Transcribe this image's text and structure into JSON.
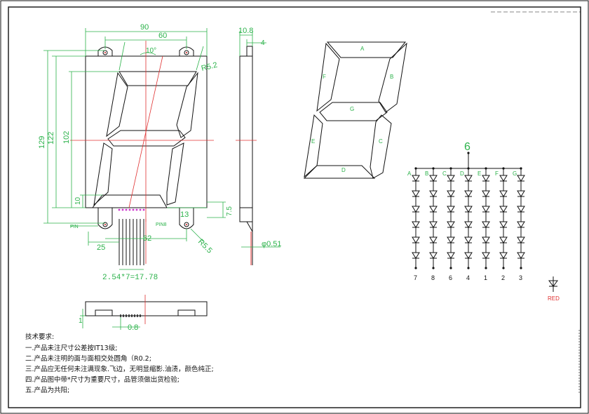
{
  "dims": {
    "width_overall": "90",
    "width_inner": "60",
    "slant_angle": "10°",
    "radius_top": "R5.2",
    "height_overall": "129",
    "height_122": "122",
    "height_102": "102",
    "bottom_10": "10",
    "right_13": "13",
    "right_75": "7.5",
    "pin_left_25": "25",
    "pin_span_62": "62",
    "radius_bottom": "R5.5",
    "pin_pitch": "2.54*7=17.78",
    "side_thickness": "10.8",
    "side_4": "4",
    "pin_dia": "φ0.51",
    "pin_label": "PIN",
    "pin8_label": "PIN8",
    "bottom_1": "1",
    "bottom_08": "0.8"
  },
  "segments": {
    "a": "A",
    "b": "B",
    "c": "C",
    "d": "D",
    "e": "E",
    "f": "F",
    "g": "G"
  },
  "circuit": {
    "common_pin": "6",
    "columns": [
      {
        "seg": "A",
        "pin": "7"
      },
      {
        "seg": "B",
        "pin": "8"
      },
      {
        "seg": "C",
        "pin": "6"
      },
      {
        "seg": "D",
        "pin": "4"
      },
      {
        "seg": "E",
        "pin": "1"
      },
      {
        "seg": "F",
        "pin": "2"
      },
      {
        "seg": "G",
        "pin": "3"
      }
    ]
  },
  "legend": {
    "red_label": "RED"
  },
  "notes": {
    "title": "技术要求:",
    "items": [
      "一.产品未注尺寸公差按IT13级;",
      "二.产品未注明的面与面相交处圆角（R0.2;",
      "三.产品应无任何未注满现象.飞边，无明显缩影.油渍，颜色纯正;",
      "四.产品图中带*尺寸为重要尺寸，品管须做出货检验;",
      "五.产品为共阳;"
    ]
  },
  "colors": {
    "outline": "#111111",
    "dimension": "#2bb24a",
    "center": "#e03030",
    "accent": "#cc33cc"
  }
}
